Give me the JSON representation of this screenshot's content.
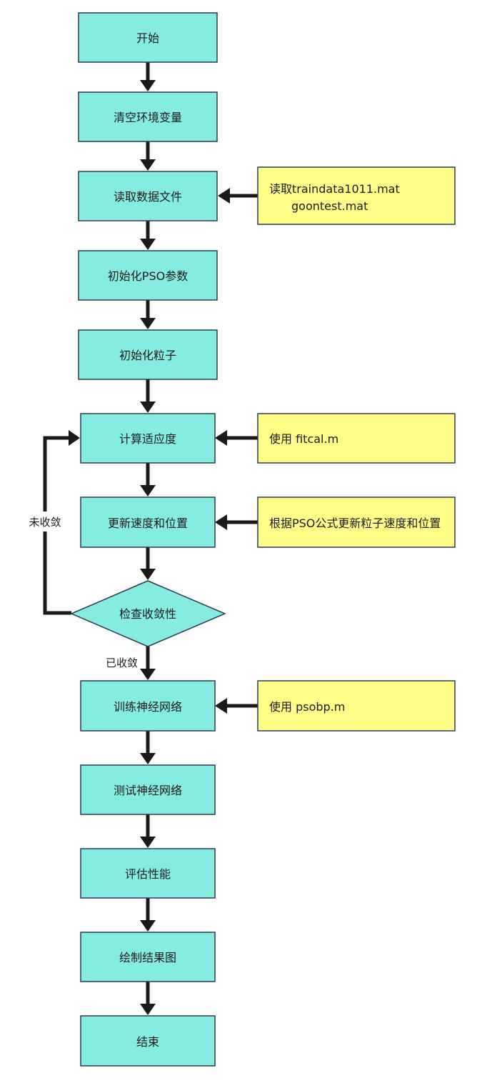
{
  "colors": {
    "process_fill": "#85ede0",
    "note_fill": "#ffff88",
    "border": "#2e3a55",
    "arrow": "#1a1a1a"
  },
  "nodes": [
    {
      "id": "start",
      "label": "开始",
      "shape": "rect"
    },
    {
      "id": "clear",
      "label": "清空环境变量",
      "shape": "rect"
    },
    {
      "id": "read",
      "label": "读取数据文件",
      "shape": "rect"
    },
    {
      "id": "init_pso",
      "label": "初始化PSO参数",
      "shape": "rect"
    },
    {
      "id": "init_particles",
      "label": "初始化粒子",
      "shape": "rect"
    },
    {
      "id": "fitness",
      "label": "计算适应度",
      "shape": "rect"
    },
    {
      "id": "update",
      "label": "更新速度和位置",
      "shape": "rect"
    },
    {
      "id": "check",
      "label": "检查收敛性",
      "shape": "diamond"
    },
    {
      "id": "train",
      "label": "训练神经网络",
      "shape": "rect"
    },
    {
      "id": "test",
      "label": "测试神经网络",
      "shape": "rect"
    },
    {
      "id": "evaluate",
      "label": "评估性能",
      "shape": "rect"
    },
    {
      "id": "plot",
      "label": "绘制结果图",
      "shape": "rect"
    },
    {
      "id": "end",
      "label": "结束",
      "shape": "rect"
    }
  ],
  "notes": [
    {
      "target": "read",
      "lines": [
        "读取traindata1011.mat",
        "goontest.mat"
      ]
    },
    {
      "target": "fitness",
      "lines": [
        "使用 fitcal.m"
      ]
    },
    {
      "target": "update",
      "lines": [
        "根据PSO公式更新粒子速度和位置"
      ]
    },
    {
      "target": "train",
      "lines": [
        "使用 psobp.m"
      ]
    }
  ],
  "edges": [
    {
      "from": "start",
      "to": "clear",
      "label": ""
    },
    {
      "from": "clear",
      "to": "read",
      "label": ""
    },
    {
      "from": "read",
      "to": "init_pso",
      "label": ""
    },
    {
      "from": "init_pso",
      "to": "init_particles",
      "label": ""
    },
    {
      "from": "init_particles",
      "to": "fitness",
      "label": ""
    },
    {
      "from": "fitness",
      "to": "update",
      "label": ""
    },
    {
      "from": "update",
      "to": "check",
      "label": ""
    },
    {
      "from": "check",
      "to": "train",
      "label": "已收敛"
    },
    {
      "from": "check",
      "to": "fitness",
      "label": "未收敛"
    },
    {
      "from": "train",
      "to": "test",
      "label": ""
    },
    {
      "from": "test",
      "to": "evaluate",
      "label": ""
    },
    {
      "from": "evaluate",
      "to": "plot",
      "label": ""
    },
    {
      "from": "plot",
      "to": "end",
      "label": ""
    }
  ]
}
